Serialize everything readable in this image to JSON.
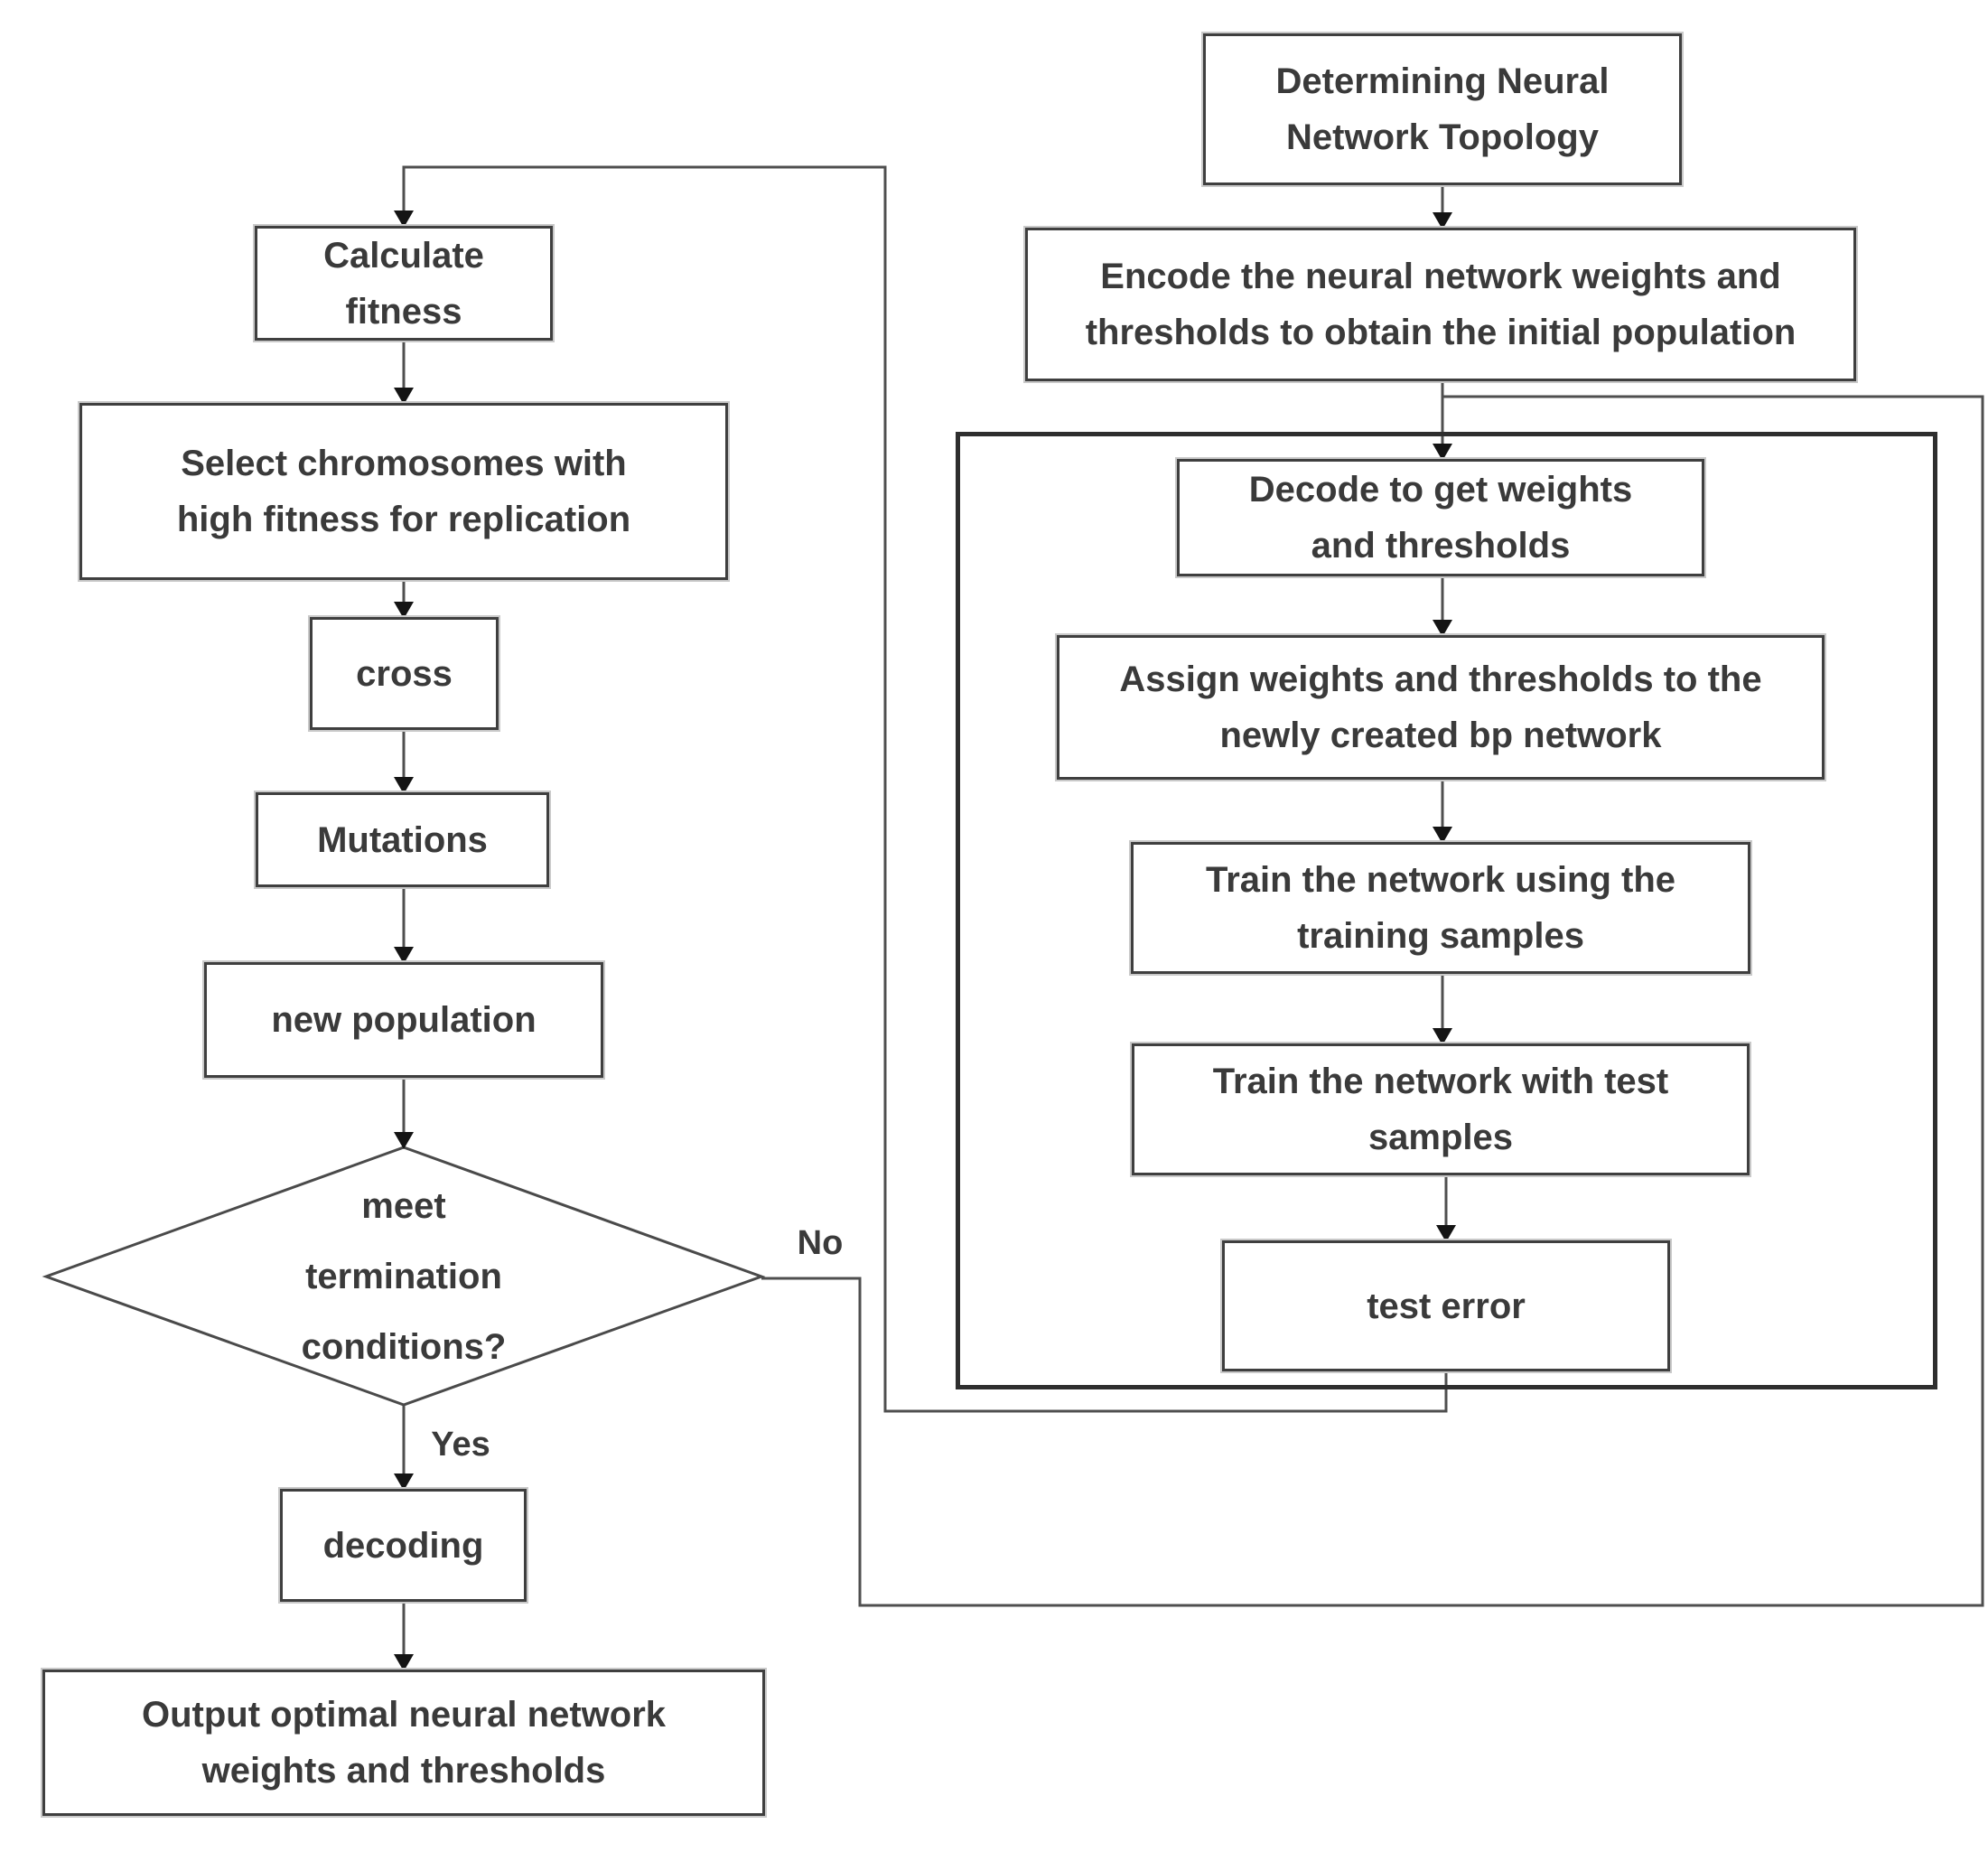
{
  "figure": {
    "type": "flowchart",
    "title_none_visible": "",
    "nodes": {
      "calculate_fitness": {
        "label": "Calculate\nfitness"
      },
      "select_chromosomes": {
        "label": "Select chromosomes with\nhigh fitness for replication"
      },
      "cross": {
        "label": "cross"
      },
      "mutations": {
        "label": "Mutations"
      },
      "new_population": {
        "label": "new population"
      },
      "termination_decision": {
        "label": "meet\ntermination\nconditions?"
      },
      "decoding": {
        "label": "decoding"
      },
      "output_optimal": {
        "label": "Output optimal neural network\nweights and thresholds"
      },
      "determine_topology": {
        "label": "Determining Neural\nNetwork Topology"
      },
      "encode_population": {
        "label": "Encode the neural network weights and\nthresholds to obtain the initial population"
      },
      "decode_weights": {
        "label": "Decode to get weights\nand thresholds"
      },
      "assign_weights": {
        "label": "Assign weights and thresholds to the\nnewly created bp network"
      },
      "train_training_samples": {
        "label": "Train the network using the\ntraining samples"
      },
      "train_test_samples": {
        "label": "Train the network with test\nsamples"
      },
      "test_error": {
        "label": "test error"
      }
    },
    "edge_labels": {
      "yes": "Yes",
      "no": "No"
    },
    "colors": {
      "background": "#ffffff",
      "box_border": "#3f3f3f",
      "container_border": "#2e2e2e",
      "line": "#4f4f4f",
      "arrowhead": "#141414",
      "text": "#3a3a3a"
    }
  }
}
